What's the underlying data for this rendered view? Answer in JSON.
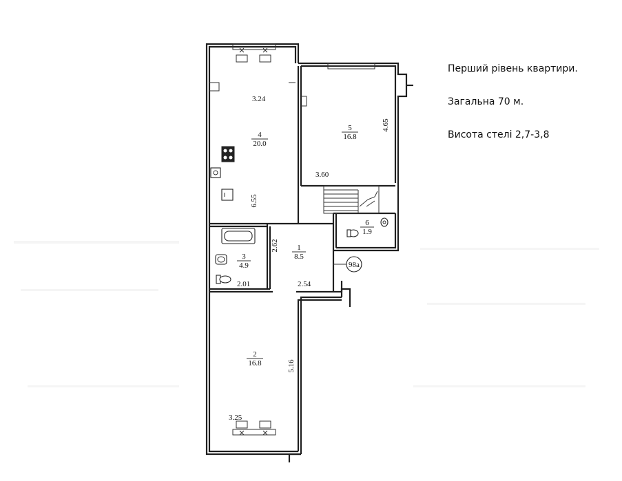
{
  "info": {
    "line1": "Перший рівень квартири.",
    "line2": "Загальна 70 м.",
    "line3": "Висота стелі 2,7-3,8"
  },
  "rooms": [
    {
      "id": "room-4",
      "number": "4",
      "area": "20.0"
    },
    {
      "id": "room-5",
      "number": "5",
      "area": "16.8"
    },
    {
      "id": "room-1",
      "number": "1",
      "area": "8.5"
    },
    {
      "id": "room-3",
      "number": "3",
      "area": "4.9"
    },
    {
      "id": "room-6",
      "number": "6",
      "area": "1.9"
    },
    {
      "id": "room-2",
      "number": "2",
      "area": "16.8"
    }
  ],
  "dimensions": [
    "3.24",
    "6.55",
    "4.65",
    "3.60",
    "2.62",
    "2.01",
    "2.54",
    "5.16",
    "3.25"
  ],
  "apartment_tag": "98a"
}
